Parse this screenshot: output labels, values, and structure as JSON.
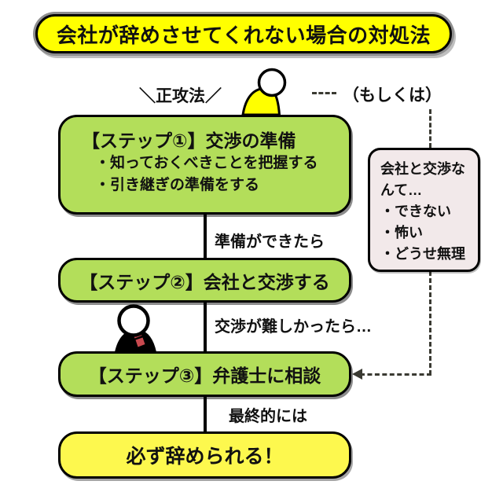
{
  "title": "会社が辞めさせてくれない場合の対処法",
  "annotations": {
    "regular_route": "＼正攻法／",
    "alternative": "（もしくは）",
    "after_step1": "準備ができたら",
    "after_step2": "交渉が難しかったら…",
    "after_step3": "最終的には"
  },
  "steps": [
    {
      "title": "【ステップ①】交渉の準備",
      "bullets": [
        "・知っておくべきことを把握する",
        "・引き継ぎの準備をする"
      ]
    },
    {
      "title": "【ステップ②】会社と交渉する",
      "bullets": []
    },
    {
      "title": "【ステップ③】弁護士に相談",
      "bullets": []
    }
  ],
  "objection": {
    "intro": "会社と交渉なんて…",
    "items": [
      "・できない",
      "・怖い",
      "・どうせ無理"
    ]
  },
  "result": "必ず辞められる！",
  "icons": {
    "person_top": "person-icon",
    "person_lawyer": "lawyer-person-icon"
  },
  "colors": {
    "title_bg": "#ffff00",
    "step_bg": "#b3de5a",
    "result_bg": "#fdf84e",
    "objection_bg": "#f2e9ea",
    "dashed_line": "#3a3a32",
    "solid_line": "#000000",
    "tie": "#c8494f",
    "person_body": "#ffff00"
  }
}
